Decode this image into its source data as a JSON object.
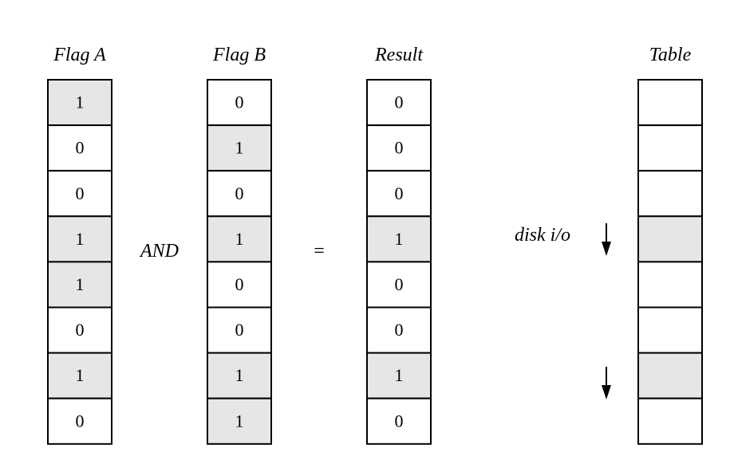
{
  "colors": {
    "shaded": "#e6e6e6",
    "plain": "#ffffff",
    "stroke": "#000000"
  },
  "columns": [
    {
      "id": "flag-a",
      "title": "Flag A",
      "values": [
        "1",
        "0",
        "0",
        "1",
        "1",
        "0",
        "1",
        "0"
      ],
      "shaded": [
        true,
        false,
        false,
        true,
        true,
        false,
        true,
        false
      ]
    },
    {
      "id": "flag-b",
      "title": "Flag B",
      "values": [
        "0",
        "1",
        "0",
        "1",
        "0",
        "0",
        "1",
        "1"
      ],
      "shaded": [
        false,
        true,
        false,
        true,
        false,
        false,
        true,
        true
      ]
    },
    {
      "id": "result",
      "title": "Result",
      "values": [
        "0",
        "0",
        "0",
        "1",
        "0",
        "0",
        "1",
        "0"
      ],
      "shaded": [
        false,
        false,
        false,
        true,
        false,
        false,
        true,
        false
      ]
    },
    {
      "id": "table",
      "title": "Table",
      "values": [
        "",
        "",
        "",
        "",
        "",
        "",
        "",
        ""
      ],
      "shaded": [
        false,
        false,
        false,
        true,
        false,
        false,
        true,
        false
      ]
    }
  ],
  "operators": {
    "and": "AND",
    "equals": "="
  },
  "disk_io": {
    "label": "disk i/o",
    "arrow_icon": "down-arrow-icon"
  }
}
